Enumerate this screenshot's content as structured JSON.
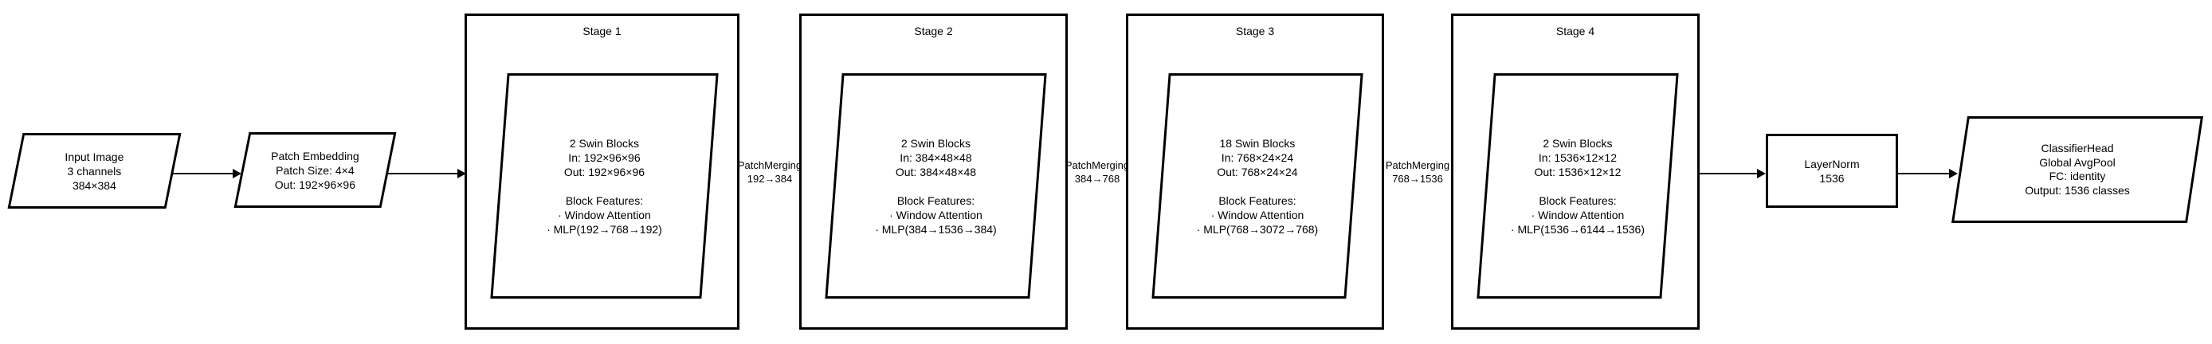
{
  "colors": {
    "stroke": "#000000",
    "fill": "#ffffff",
    "background": "#ffffff"
  },
  "pipeline": {
    "input": {
      "lines": [
        "Input Image",
        "3 channels",
        "384×384"
      ]
    },
    "patch_embedding": {
      "lines": [
        "Patch Embedding",
        "Patch Size: 4×4",
        "Out: 192×96×96"
      ]
    },
    "stages": [
      {
        "title": "Stage 1",
        "block": {
          "lines": [
            "2 Swin Blocks",
            "In: 192×96×96",
            "Out: 192×96×96",
            "",
            "Block Features:",
            "· Window Attention",
            "· MLP(192→768→192)"
          ]
        }
      },
      {
        "title": "Stage 2",
        "block": {
          "lines": [
            "2 Swin Blocks",
            "In: 384×48×48",
            "Out: 384×48×48",
            "",
            "Block Features:",
            "· Window Attention",
            "· MLP(384→1536→384)"
          ]
        }
      },
      {
        "title": "Stage 3",
        "block": {
          "lines": [
            "18 Swin Blocks",
            "In: 768×24×24",
            "Out: 768×24×24",
            "",
            "Block Features:",
            "· Window Attention",
            "· MLP(768→3072→768)"
          ]
        }
      },
      {
        "title": "Stage 4",
        "block": {
          "lines": [
            "2 Swin Blocks",
            "In: 1536×12×12",
            "Out: 1536×12×12",
            "",
            "Block Features:",
            "· Window Attention",
            "· MLP(1536→6144→1536)"
          ]
        }
      }
    ],
    "patch_merging": [
      {
        "lines": [
          "PatchMerging",
          "192→384"
        ]
      },
      {
        "lines": [
          "PatchMerging",
          "384→768"
        ]
      },
      {
        "lines": [
          "PatchMerging",
          "768→1536"
        ]
      }
    ],
    "layer_norm": {
      "lines": [
        "LayerNorm",
        "1536"
      ]
    },
    "classifier_head": {
      "lines": [
        "ClassifierHead",
        "Global AvgPool",
        "FC: identity",
        "Output: 1536 classes"
      ]
    }
  }
}
